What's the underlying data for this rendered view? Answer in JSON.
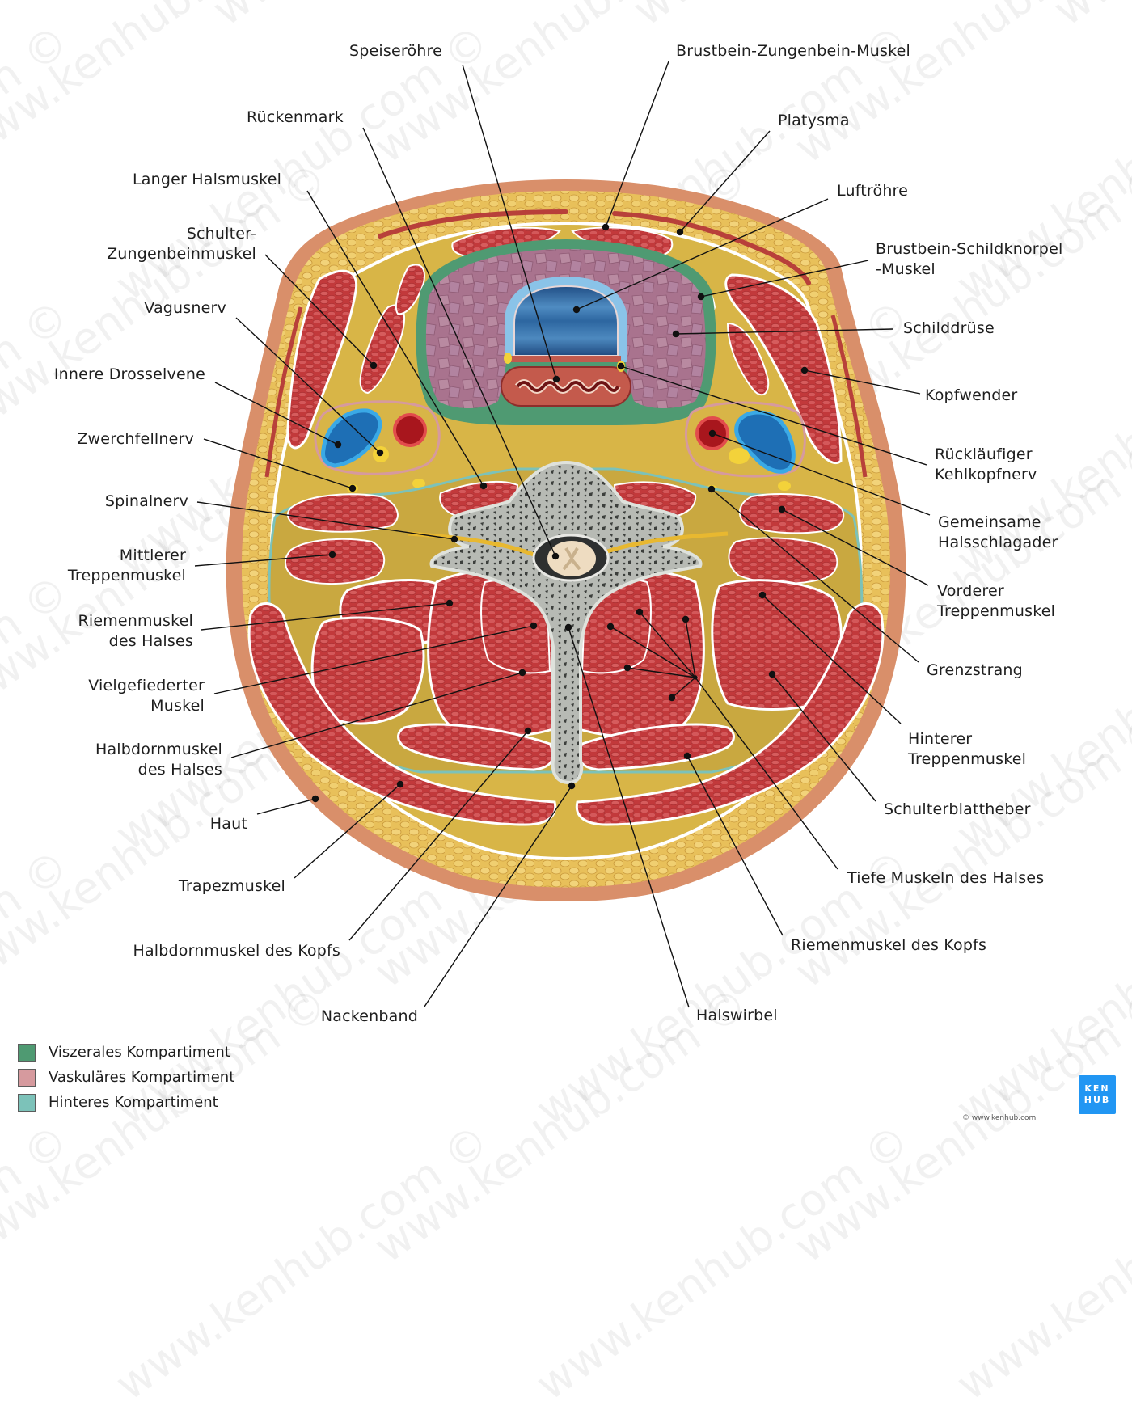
{
  "watermark": "www.kenhub.com ©",
  "labels_left": [
    {
      "id": "speiseroehre",
      "text": "Speiseröhre"
    },
    {
      "id": "rueckenmark",
      "text": "Rückenmark"
    },
    {
      "id": "langer-halsmuskel",
      "text": "Langer Halsmuskel"
    },
    {
      "id": "schulter-zungenbeinmuskel",
      "text": "Schulter-\nZungenbeinmuskel"
    },
    {
      "id": "vagusnerv",
      "text": "Vagusnerv"
    },
    {
      "id": "innere-drosselvene",
      "text": "Innere Drosselvene"
    },
    {
      "id": "zwerchfellnerv",
      "text": "Zwerchfellnerv"
    },
    {
      "id": "spinalnerv",
      "text": "Spinalnerv"
    },
    {
      "id": "mittlerer-treppenmuskel",
      "text": "Mittlerer\nTreppenmuskel"
    },
    {
      "id": "riemenmuskel-des-halses",
      "text": "Riemenmuskel\ndes Halses"
    },
    {
      "id": "vielgefiederter-muskel",
      "text": "Vielgefiederter\nMuskel"
    },
    {
      "id": "halbdornmuskel-des-halses",
      "text": "Halbdornmuskel\ndes Halses"
    },
    {
      "id": "haut",
      "text": "Haut"
    },
    {
      "id": "trapezmuskel",
      "text": "Trapezmuskel"
    },
    {
      "id": "halbdornmuskel-des-kopfs",
      "text": "Halbdornmuskel des Kopfs"
    },
    {
      "id": "nackenband",
      "text": "Nackenband"
    }
  ],
  "labels_right": [
    {
      "id": "brustbein-zungenbein-muskel",
      "text": "Brustbein-Zungenbein-Muskel"
    },
    {
      "id": "platysma",
      "text": "Platysma"
    },
    {
      "id": "luftroehre",
      "text": "Luftröhre"
    },
    {
      "id": "brustbein-schildknorpel-muskel",
      "text": "Brustbein-Schildknorpel\n-Muskel"
    },
    {
      "id": "schilddruese",
      "text": "Schilddrüse"
    },
    {
      "id": "kopfwender",
      "text": "Kopfwender"
    },
    {
      "id": "ruecklaeufiger-kehlkopfnerv",
      "text": "Rückläufiger\nKehlkopfnerv"
    },
    {
      "id": "gemeinsame-halsschlagader",
      "text": "Gemeinsame\nHalsschlagader"
    },
    {
      "id": "vorderer-treppenmuskel",
      "text": "Vorderer\nTreppenmuskel"
    },
    {
      "id": "grenzstrang",
      "text": "Grenzstrang"
    },
    {
      "id": "hinterer-treppenmuskel",
      "text": "Hinterer\nTreppenmuskel"
    },
    {
      "id": "schulterblattheber",
      "text": "Schulterblattheber"
    },
    {
      "id": "tiefe-muskeln-des-halses",
      "text": "Tiefe Muskeln des Halses"
    },
    {
      "id": "riemenmuskel-des-kopfs",
      "text": "Riemenmuskel des Kopfs"
    },
    {
      "id": "halswirbel",
      "text": "Halswirbel"
    }
  ],
  "legend": [
    {
      "label": "Viszerales Kompartiment",
      "color": "#4f9a72"
    },
    {
      "label": "Vaskuläres Kompartiment",
      "color": "#d69a9e"
    },
    {
      "label": "Hinteres Kompartiment",
      "color": "#7cc2b9"
    }
  ],
  "colors": {
    "skin": "#d98f6a",
    "fat": "#e8c05a",
    "fascia_fill": "#d8b547",
    "muscle": "#c0393a",
    "muscle_light": "#d9585a",
    "thyroid": "#a9738e",
    "trachea": "#2f69a3",
    "trachea_rim": "#8ac3e8",
    "esophagus": "#c45a4c",
    "bone": "#c9cbc6",
    "bone_dark": "#3c3f3c",
    "vein": "#1e6fb5",
    "vein_rim": "#3aa9e6",
    "artery": "#a8161d",
    "artery_rim": "#e24c4c",
    "nerve": "#f3d23a",
    "visceral": "#4f9a72",
    "vascular": "#d69a9e",
    "posterior": "#7cc2b9",
    "spinal_cord": "#eedcc1"
  },
  "brand": {
    "logo_line1": "KEN",
    "logo_line2": "HUB",
    "copyright": "© www.kenhub.com",
    "color": "#2196f3"
  }
}
